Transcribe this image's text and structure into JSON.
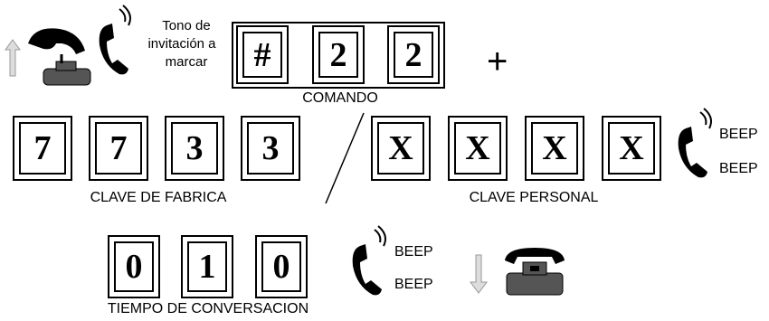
{
  "start": {
    "tone_text": [
      "Tono de",
      "invitación a",
      "marcar"
    ]
  },
  "command": {
    "keys": [
      "#",
      "2",
      "2"
    ],
    "label": "COMANDO",
    "plus": "+"
  },
  "factory_code": {
    "keys": [
      "7",
      "7",
      "3",
      "3"
    ],
    "label": "CLAVE DE FABRICA"
  },
  "separator": "/",
  "personal_code": {
    "keys": [
      "X",
      "X",
      "X",
      "X"
    ],
    "label": "CLAVE PERSONAL",
    "beeps": [
      "BEEP",
      "BEEP"
    ]
  },
  "talk_time": {
    "keys": [
      "0",
      "1",
      "0"
    ],
    "label": "TIEMPO DE CONVERSACION",
    "beeps": [
      "BEEP",
      "BEEP"
    ]
  },
  "colors": {
    "phone": "#000000",
    "arrow": "#bbbbbb",
    "phone_base": "#555555"
  }
}
